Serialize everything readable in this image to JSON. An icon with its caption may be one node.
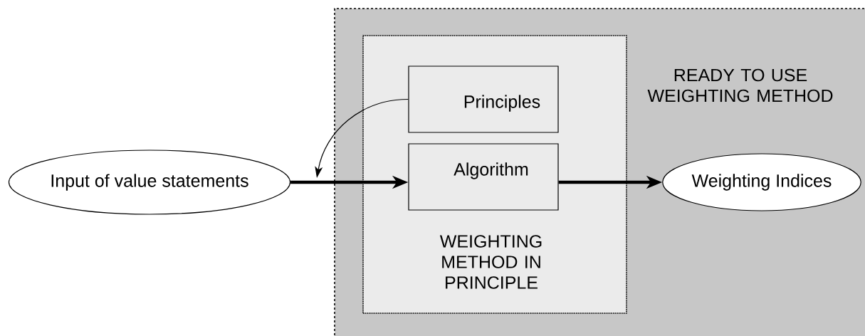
{
  "diagram": {
    "nodes": [
      {
        "text": [
          "READY TO USE WEIGHTING METHOD"
        ]
      },
      {
        "text": [
          "WEIGHTING METHOD IN PRINCIPLE"
        ],
        "in": 0
      },
      {
        "text": [
          "Principles"
        ],
        "in": 1
      },
      {
        "text": [
          "Algorithm"
        ],
        "in": 1
      },
      {
        "text": [
          "Input of value statements"
        ]
      },
      {
        "text": [
          "Weighting Indices"
        ],
        "in": 0
      }
    ],
    "edges": [
      {
        "from": 4,
        "to": 3,
        "arrow": "to"
      },
      {
        "from": 3,
        "to": 5,
        "arrow": "to"
      },
      {
        "from": 2,
        "to": null,
        "arrow": "to"
      }
    ]
  }
}
